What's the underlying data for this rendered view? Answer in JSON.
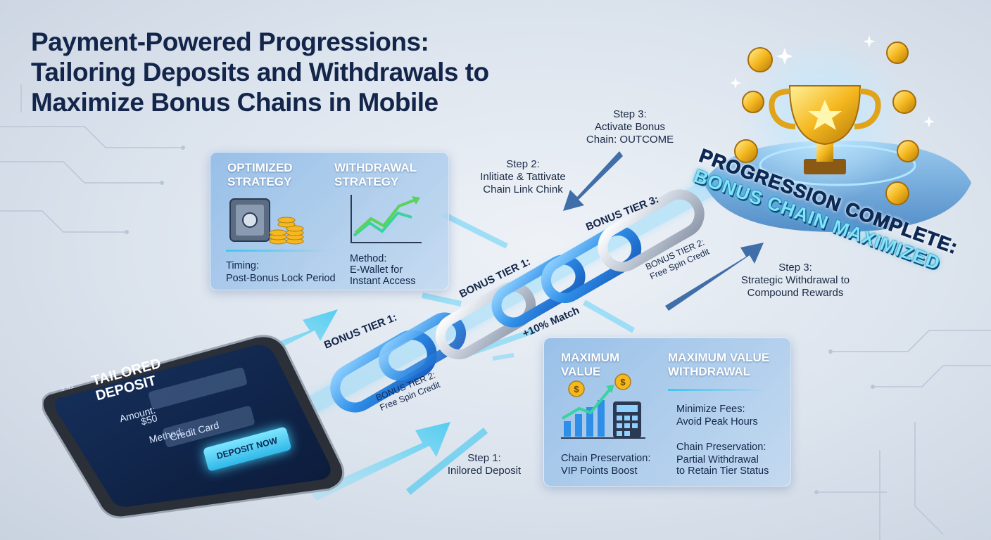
{
  "title": {
    "line1": "Payment-Powered Progressions:",
    "line2": "Tailoring Deposits and Withdrawals to",
    "line3": "Maximize Bonus Chains in Mobile"
  },
  "deposit_panel": {
    "left_heading_1": "OPTIMIZED",
    "left_heading_2": "STRATEGY",
    "right_heading_1": "WITHDRAWAL",
    "right_heading_2": "STRATEGY",
    "left_label": "Timing:",
    "left_value": "Post-Bonus Lock Period",
    "right_label": "Method:",
    "right_value_1": "E-Wallet for",
    "right_value_2": "Instant Access"
  },
  "value_panel": {
    "left_heading_1": "MAXIMUM",
    "left_heading_2": "VALUE",
    "right_heading_1": "MAXIMUM VALUE",
    "right_heading_2": "WITHDRAWAL",
    "left_label": "Chain Preservation:",
    "left_value": "VIP Points Boost",
    "right_label_1": "Minimize Fees:",
    "right_value_1": "Avoid Peak Hours",
    "right_label_2": "Chain Preservation:",
    "right_value_2a": "Partial Withdrawal",
    "right_value_2b": "to Retain Tier Status"
  },
  "steps": {
    "step1_title": "Step 1:",
    "step1_text": "Inilored Deposit",
    "step2_title": "Step 2:",
    "step2_text_1": "Inlitiate & Tattivate",
    "step2_text_2": "Chain Link Chink",
    "step3a_title": "Step 3:",
    "step3a_text_1": "Activate Bonus",
    "step3a_text_2": "Chain: OUTCOME",
    "step3b_title": "Step 3:",
    "step3b_text_1": "Strategic Withdrawal to",
    "step3b_text_2": "Compound Rewards"
  },
  "chain": {
    "tier1_label": "BONUS TIER 1:",
    "tier1_sub_1": "BONUS TIER 2:",
    "tier1_sub_2": "Free Spin Credit",
    "tier2_label": "BONUS TIER 1:",
    "match_label": "+10% Match",
    "tier3_label": "BONUS TIER 3:",
    "tier3_sub_1": "BONUS TIER 2:",
    "tier3_sub_2": "Free Spin Credit"
  },
  "phone": {
    "heading_1": "TAILORED",
    "heading_2": "DEPOSIT",
    "status_time": "9:41",
    "amount_label": "Amount:",
    "amount_value": "$50",
    "method_label": "Method:",
    "method_value": "Credit Card",
    "button_label": "DEPOSIT NOW"
  },
  "banner": {
    "line1": "PROGRESSION COMPLETE:",
    "line2": "BONUS CHAIN MAXIMIZED"
  },
  "colors": {
    "title": "#13254a",
    "accent_cyan": "#3ec8f0",
    "chain_blue": "#2f8fe8",
    "gold": "#f5b820",
    "arrow_dark": "#3f6ea8"
  }
}
